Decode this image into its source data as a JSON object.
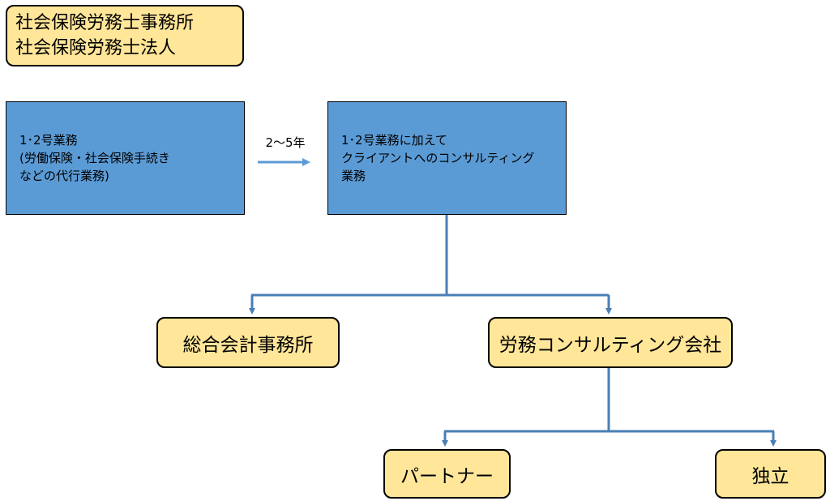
{
  "title_box": {
    "line1": "社会保険労務士事務所",
    "line2": "社会保険労務士法人"
  },
  "basic_box": {
    "line1": "1･2号業務",
    "line2": "(労働保険・社会保険手続き",
    "line3": "などの代行業務)"
  },
  "transition": {
    "label": "2～5年"
  },
  "extended_box": {
    "line1": "1･2号業務に加えて",
    "line2": "クライアントへのコンサルティング",
    "line3": "業務"
  },
  "accounting_box": {
    "label": "総合会計事務所"
  },
  "consulting_box": {
    "label": "労務コンサルティング会社"
  },
  "partner_box": {
    "label": "パートナー"
  },
  "independent_box": {
    "label": "独立"
  },
  "colors": {
    "blue_fill": "#5b9bd5",
    "yellow_fill": "#ffe699",
    "connector": "#4a7fb5",
    "arrow": "#5b9bd5"
  }
}
